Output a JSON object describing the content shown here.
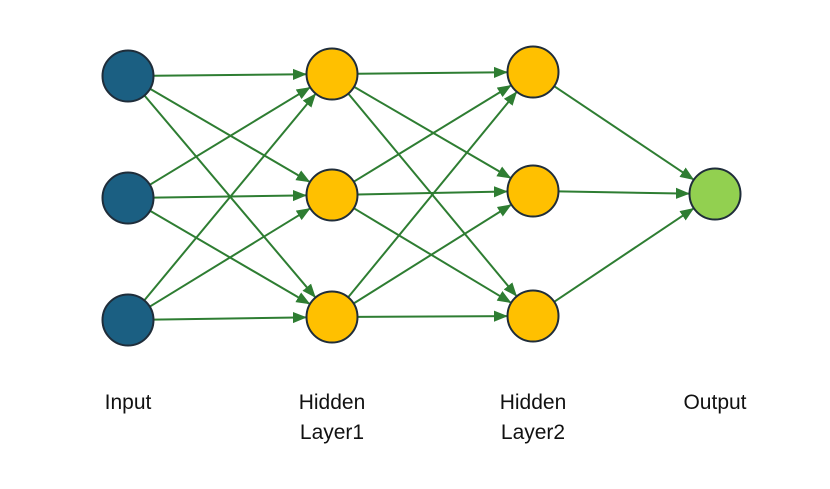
{
  "colors": {
    "input_node": "#1b5f82",
    "hidden_node": "#ffc000",
    "output_node": "#92d050",
    "node_stroke": "#1f2d3a",
    "edge": "#2e7d32"
  },
  "layers": [
    {
      "role": "input",
      "label_lines": [
        "Input"
      ],
      "node_count": 3
    },
    {
      "role": "hidden",
      "label_lines": [
        "Hidden",
        "Layer1"
      ],
      "node_count": 3
    },
    {
      "role": "hidden",
      "label_lines": [
        "Hidden",
        "Layer2"
      ],
      "node_count": 3
    },
    {
      "role": "output",
      "label_lines": [
        "Output"
      ],
      "node_count": 1
    }
  ],
  "connectivity": "fully-connected"
}
